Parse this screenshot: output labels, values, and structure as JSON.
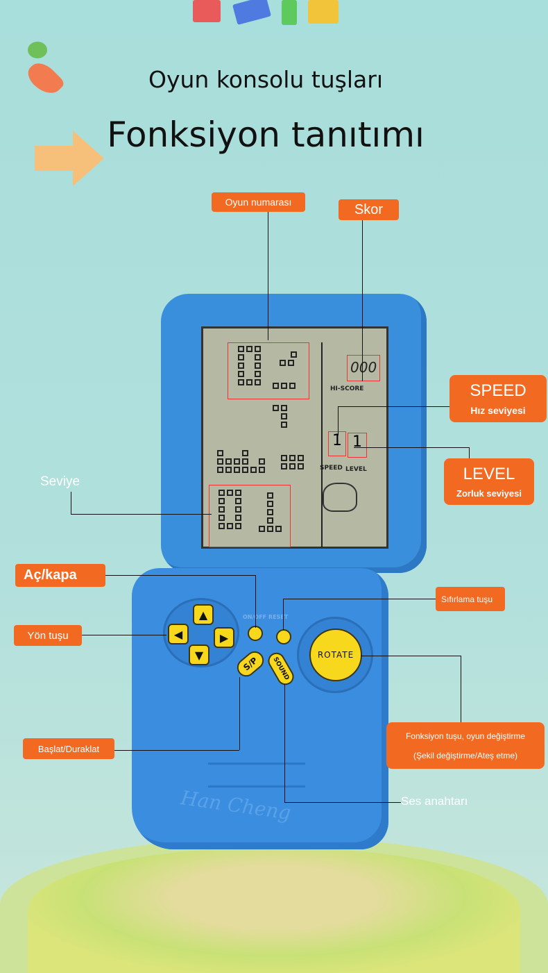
{
  "header": {
    "subtitle": "Oyun konsolu tuşları",
    "title": "Fonksiyon tanıtımı"
  },
  "labels": {
    "game_number": "Oyun numarası",
    "score": "Skor",
    "speed_title": "SPEED",
    "speed_desc": "Hız seviyesi",
    "level_title": "LEVEL",
    "level_desc": "Zorluk seviyesi",
    "level": "Seviye",
    "power": "Aç/kapa",
    "reset": "Sıfırlama tuşu",
    "direction": "Yön tuşu",
    "function_line1": "Fonksiyon tuşu, oyun değiştirme",
    "function_line2": "(Şekil değiştirme/Ateş etme)",
    "start_pause": "Başlat/Duraklat",
    "sound_switch": "Ses anahtarı"
  },
  "device": {
    "score_display": "000",
    "hi_score": "HI-SCORE",
    "speed_value": "1",
    "level_value": "1",
    "speed_label": "SPEED",
    "level_label": "LEVEL",
    "onoff_reset": "ON/OFF RESET",
    "sp_button": "S/P",
    "sound_button": "SOUND",
    "rotate_button": "ROTATE",
    "brand": "Han Cheng"
  },
  "colors": {
    "tag": "#f26a22",
    "device": "#3a8fdc",
    "buttons": "#f8d81c",
    "lcd": "#b5b8a2"
  }
}
